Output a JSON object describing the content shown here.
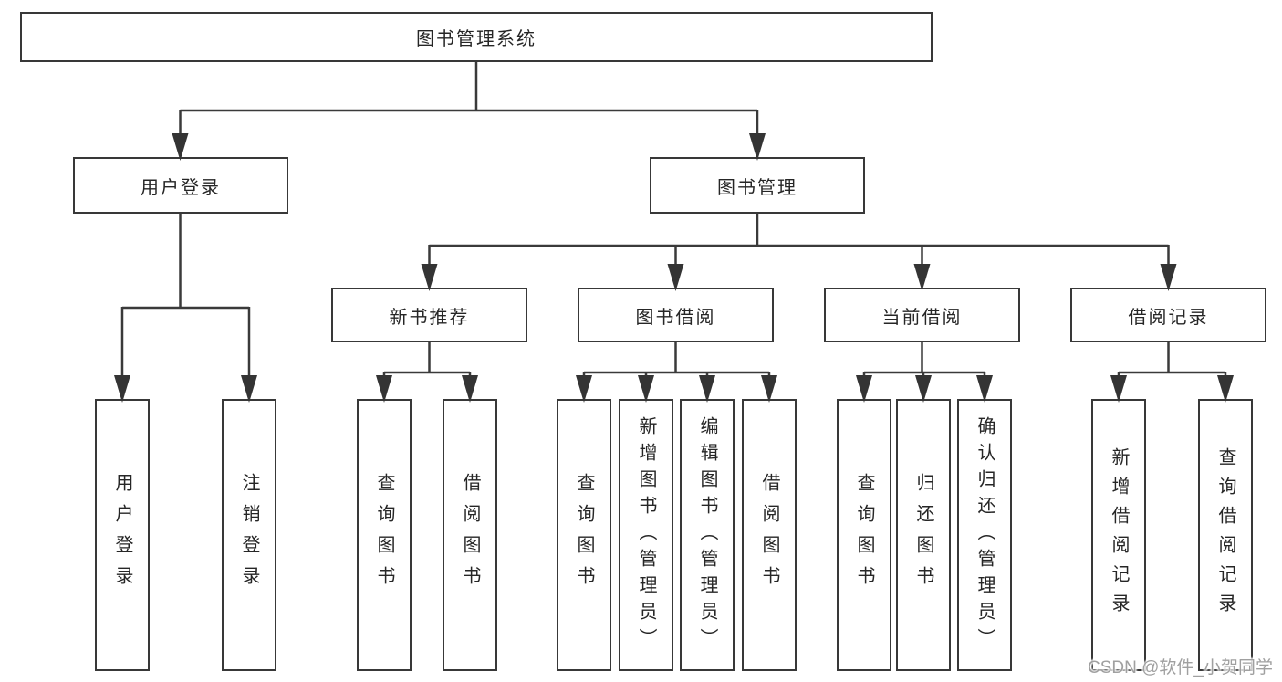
{
  "diagram": {
    "title": "图书管理系统",
    "level2": [
      {
        "label": "用户登录"
      },
      {
        "label": "图书管理"
      }
    ],
    "level3": [
      {
        "label": "新书推荐"
      },
      {
        "label": "图书借阅"
      },
      {
        "label": "当前借阅"
      },
      {
        "label": "借阅记录"
      }
    ],
    "leaves": [
      {
        "label": "用户登录",
        "parent": "用户登录"
      },
      {
        "label": "注销登录",
        "parent": "用户登录"
      },
      {
        "label": "查询图书",
        "parent": "新书推荐"
      },
      {
        "label": "借阅图书",
        "parent": "新书推荐"
      },
      {
        "label": "查询图书",
        "parent": "图书借阅"
      },
      {
        "label": "新增图书（管理员）",
        "parent": "图书借阅"
      },
      {
        "label": "编辑图书（管理员）",
        "parent": "图书借阅"
      },
      {
        "label": "借阅图书",
        "parent": "图书借阅"
      },
      {
        "label": "查询图书",
        "parent": "当前借阅"
      },
      {
        "label": "归还图书",
        "parent": "当前借阅"
      },
      {
        "label": "确认归还（管理员）",
        "parent": "当前借阅"
      },
      {
        "label": "新增借阅记录",
        "parent": "借阅记录"
      },
      {
        "label": "查询借阅记录",
        "parent": "借阅记录"
      }
    ]
  },
  "colors": {
    "line": "#3a3a3a",
    "border": "#383838",
    "text": "#262626",
    "watermark": "#a0a0a0",
    "background": "#ffffff"
  },
  "watermark": "CSDN @软件_小贺同学"
}
